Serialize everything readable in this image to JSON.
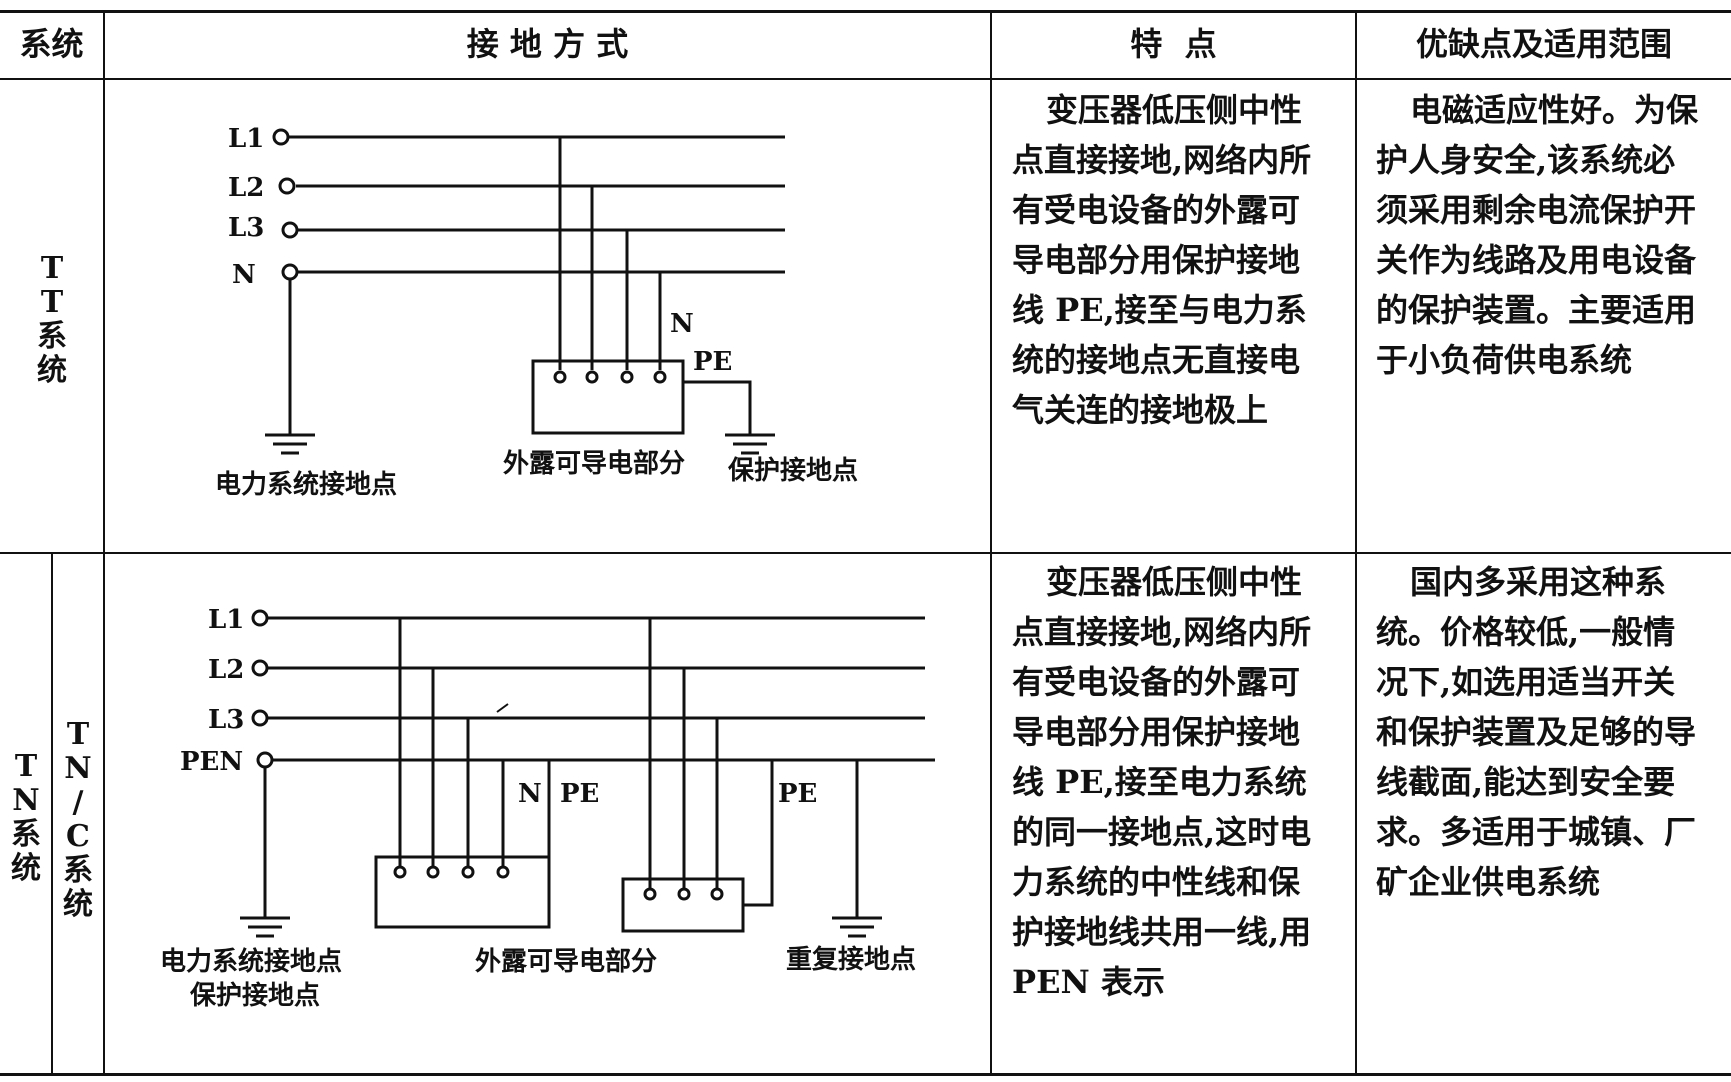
{
  "header": {
    "col_system": "系统",
    "col_method": "接 地 方 式",
    "col_feature": "特  点",
    "col_pros": "优缺点及适用范围"
  },
  "rows": [
    {
      "system": "TT系统",
      "system_chars": [
        "T",
        "T",
        "系",
        "统"
      ],
      "diagram": {
        "lines": [
          "L1",
          "L2",
          "L3",
          "N"
        ],
        "labels": {
          "n": "N",
          "pe": "PE",
          "power_ground": "电力系统接地点",
          "exposed": "外露可导电部分",
          "protect_ground": "保护接地点"
        }
      },
      "feature": [
        "变压器低压侧中性",
        "点直接接地,网络内所",
        "有受电设备的外露可",
        "导电部分用保护接地",
        "线 PE,接至与电力系",
        "统的接地点无直接电",
        "气关连的接地极上"
      ],
      "pros": [
        "电磁适应性好。为保",
        "护人身安全,该系统必",
        "须采用剩余电流保护开",
        "关作为线路及用电设备",
        "的保护装置。主要适用",
        "于小负荷供电系统"
      ]
    },
    {
      "system": "TN系统",
      "system_chars": [
        "T",
        "N",
        "系",
        "统"
      ],
      "subsystem_chars": [
        "T",
        "N",
        "/",
        "C",
        "系",
        "统"
      ],
      "diagram": {
        "lines": [
          "L1",
          "L2",
          "L3",
          "PEN"
        ],
        "labels": {
          "n": "N",
          "pe1": "PE",
          "pe2": "PE",
          "power_ground": "电力系统接地点",
          "protect_ground": "保护接地点",
          "exposed": "外露可导电部分",
          "repeat_ground": "重复接地点"
        }
      },
      "feature": [
        "变压器低压侧中性",
        "点直接接地,网络内所",
        "有受电设备的外露可",
        "导电部分用保护接地",
        "线 PE,接至电力系统",
        "的同一接地点,这时电",
        "力系统的中性线和保",
        "护接地线共用一线,用",
        "PEN 表示"
      ],
      "pros": [
        "国内多采用这种系",
        "统。价格较低,一般情",
        "况下,如选用适当开关",
        "和保护装置及足够的导",
        "线截面,能达到安全要",
        "求。多适用于城镇、厂",
        "矿企业供电系统"
      ]
    }
  ]
}
